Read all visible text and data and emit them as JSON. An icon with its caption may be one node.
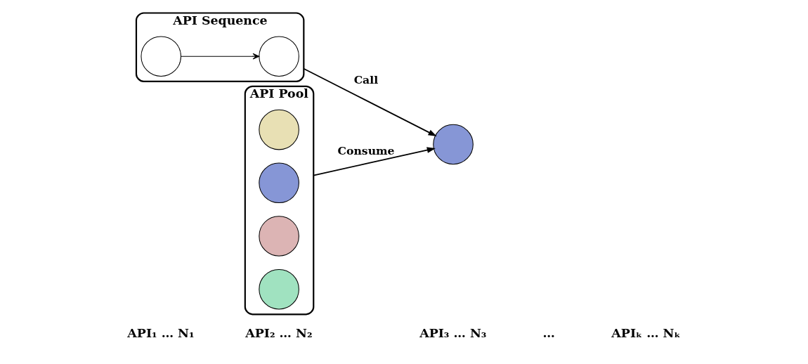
{
  "diagram": {
    "nodes": [
      {
        "text": [
          "API Sequence"
        ]
      },
      {
        "text": [],
        "shape": "circle",
        "in": 0
      },
      {
        "text": [],
        "shape": "circle",
        "in": 0
      },
      {
        "text": [
          "API Pool"
        ]
      },
      {
        "text": [],
        "shape": "circle",
        "in": 3
      },
      {
        "text": [],
        "shape": "circle",
        "in": 3
      },
      {
        "text": [],
        "shape": "circle",
        "in": 3
      },
      {
        "text": [],
        "shape": "circle",
        "in": 3
      },
      {
        "text": [],
        "shape": "circle"
      }
    ],
    "edges": [
      {
        "from": 1,
        "to": 2,
        "arrow": "to"
      },
      {
        "from": 0,
        "to": 8,
        "arrow": "to",
        "label": "Call"
      },
      {
        "from": 3,
        "to": 8,
        "arrow": "to",
        "label": "Consume"
      }
    ],
    "labels": [
      "API₁ … N₁",
      "API₂ … N₂",
      "API₃ … N₃",
      "…",
      "APIₖ … Nₖ"
    ]
  }
}
